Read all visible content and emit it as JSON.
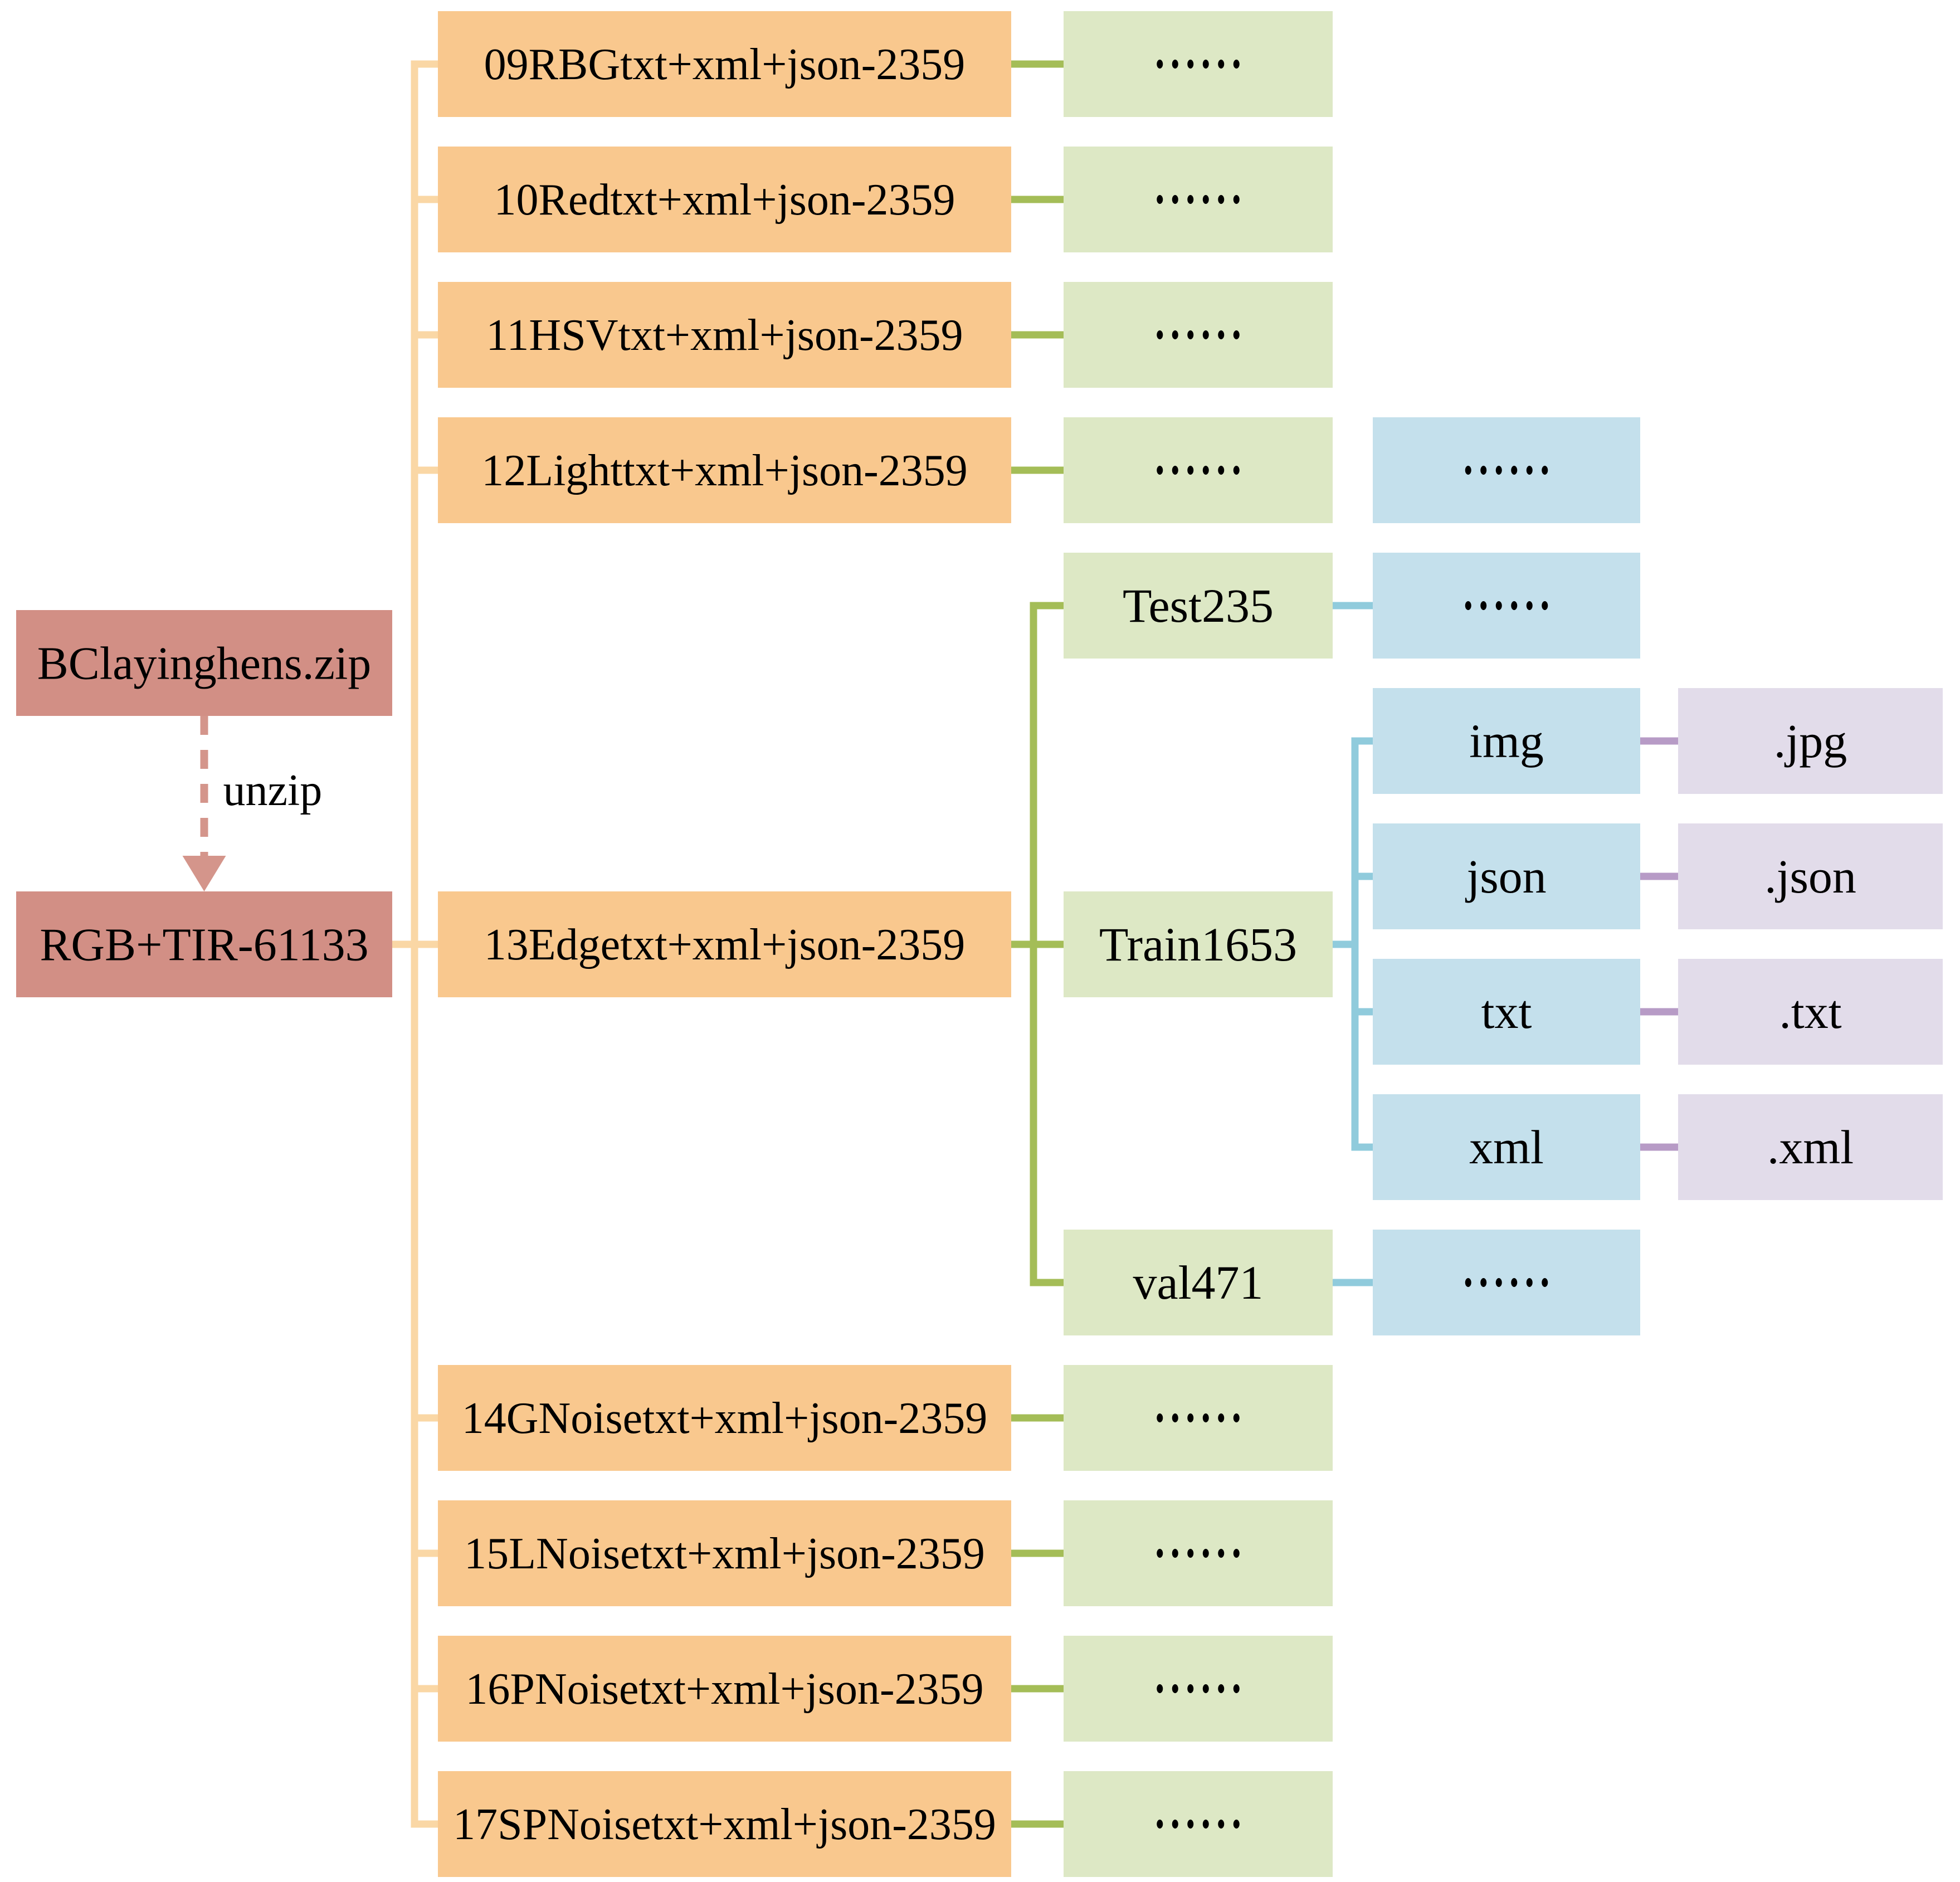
{
  "colors": {
    "background": "#ffffff",
    "zip_box": "#d28f85",
    "zip_arrow": "#d4958b",
    "level1_box": "#f9c88e",
    "level1_line": "#fad7a5",
    "level2_box": "#dde8c5",
    "level2_line": "#a4bd57",
    "level3_box": "#c4e0ec",
    "level3_line": "#90cbdc",
    "level4_box": "#e2dcea",
    "level4_line": "#b79bc6",
    "text": "#000000"
  },
  "unzip": {
    "label": "unzip"
  },
  "nodes": [
    {
      "id": "zip",
      "label": "BClayinghens.zip",
      "col": "root",
      "row": "zip"
    },
    {
      "id": "rgb",
      "label": "RGB+TIR-61133",
      "col": "root",
      "row": "mid"
    },
    {
      "id": "o09",
      "label": "09RBGtxt+xml+json-2359",
      "col": "level1",
      "row": "r1"
    },
    {
      "id": "o10",
      "label": "10Redtxt+xml+json-2359",
      "col": "level1",
      "row": "r2"
    },
    {
      "id": "o11",
      "label": "11HSVtxt+xml+json-2359",
      "col": "level1",
      "row": "r3"
    },
    {
      "id": "o12",
      "label": "12Lighttxt+xml+json-2359",
      "col": "level1",
      "row": "r4"
    },
    {
      "id": "o13",
      "label": "13Edgetxt+xml+json-2359",
      "col": "level1",
      "row": "mid"
    },
    {
      "id": "o14",
      "label": "14GNoisetxt+xml+json-2359",
      "col": "level1",
      "row": "r11"
    },
    {
      "id": "o15",
      "label": "15LNoisetxt+xml+json-2359",
      "col": "level1",
      "row": "r12"
    },
    {
      "id": "o16",
      "label": "16PNoisetxt+xml+json-2359",
      "col": "level1",
      "row": "r13"
    },
    {
      "id": "o17",
      "label": "17SPNoisetxt+xml+json-2359",
      "col": "level1",
      "row": "r14"
    },
    {
      "id": "g09",
      "label": "……",
      "col": "level2",
      "row": "r1"
    },
    {
      "id": "g10",
      "label": "……",
      "col": "level2",
      "row": "r2"
    },
    {
      "id": "g11",
      "label": "……",
      "col": "level2",
      "row": "r3"
    },
    {
      "id": "g12",
      "label": "……",
      "col": "level2",
      "row": "r4"
    },
    {
      "id": "gTest",
      "label": "Test235",
      "col": "level2",
      "row": "r5"
    },
    {
      "id": "gTrain",
      "label": "Train1653",
      "col": "level2",
      "row": "mid"
    },
    {
      "id": "gVal",
      "label": "val471",
      "col": "level2",
      "row": "r10"
    },
    {
      "id": "g14",
      "label": "……",
      "col": "level2",
      "row": "r11"
    },
    {
      "id": "g15",
      "label": "……",
      "col": "level2",
      "row": "r12"
    },
    {
      "id": "g16",
      "label": "……",
      "col": "level2",
      "row": "r13"
    },
    {
      "id": "g17",
      "label": "……",
      "col": "level2",
      "row": "r14"
    },
    {
      "id": "bTop",
      "label": "……",
      "col": "level3",
      "row": "r4"
    },
    {
      "id": "bTest",
      "label": "……",
      "col": "level3",
      "row": "r5"
    },
    {
      "id": "bImg",
      "label": "img",
      "col": "level3",
      "row": "r6"
    },
    {
      "id": "bJson",
      "label": "json",
      "col": "level3",
      "row": "r7"
    },
    {
      "id": "bTxt",
      "label": "txt",
      "col": "level3",
      "row": "r8"
    },
    {
      "id": "bXml",
      "label": "xml",
      "col": "level3",
      "row": "r9"
    },
    {
      "id": "bVal",
      "label": "……",
      "col": "level3",
      "row": "r10"
    },
    {
      "id": "pJpg",
      "label": ".jpg",
      "col": "level4",
      "row": "r6"
    },
    {
      "id": "pJson",
      "label": ".json",
      "col": "level4",
      "row": "r7"
    },
    {
      "id": "pTxt",
      "label": ".txt",
      "col": "level4",
      "row": "r8"
    },
    {
      "id": "pXml",
      "label": ".xml",
      "col": "level4",
      "row": "r9"
    }
  ],
  "edges": [
    {
      "from": "rgb",
      "to": [
        "o09",
        "o10",
        "o11",
        "o12",
        "o13",
        "o14",
        "o15",
        "o16",
        "o17"
      ]
    },
    {
      "from": "o09",
      "to": [
        "g09"
      ]
    },
    {
      "from": "o10",
      "to": [
        "g10"
      ]
    },
    {
      "from": "o11",
      "to": [
        "g11"
      ]
    },
    {
      "from": "o12",
      "to": [
        "g12"
      ]
    },
    {
      "from": "o13",
      "to": [
        "gTest",
        "gTrain",
        "gVal"
      ]
    },
    {
      "from": "o14",
      "to": [
        "g14"
      ]
    },
    {
      "from": "o15",
      "to": [
        "g15"
      ]
    },
    {
      "from": "o16",
      "to": [
        "g16"
      ]
    },
    {
      "from": "o17",
      "to": [
        "g17"
      ]
    },
    {
      "from": "gTest",
      "to": [
        "bTest"
      ]
    },
    {
      "from": "gTrain",
      "to": [
        "bImg",
        "bJson",
        "bTxt",
        "bXml"
      ]
    },
    {
      "from": "gVal",
      "to": [
        "bVal"
      ]
    },
    {
      "from": "bImg",
      "to": [
        "pJpg"
      ]
    },
    {
      "from": "bJson",
      "to": [
        "pJson"
      ]
    },
    {
      "from": "bTxt",
      "to": [
        "pTxt"
      ]
    },
    {
      "from": "bXml",
      "to": [
        "pXml"
      ]
    }
  ]
}
